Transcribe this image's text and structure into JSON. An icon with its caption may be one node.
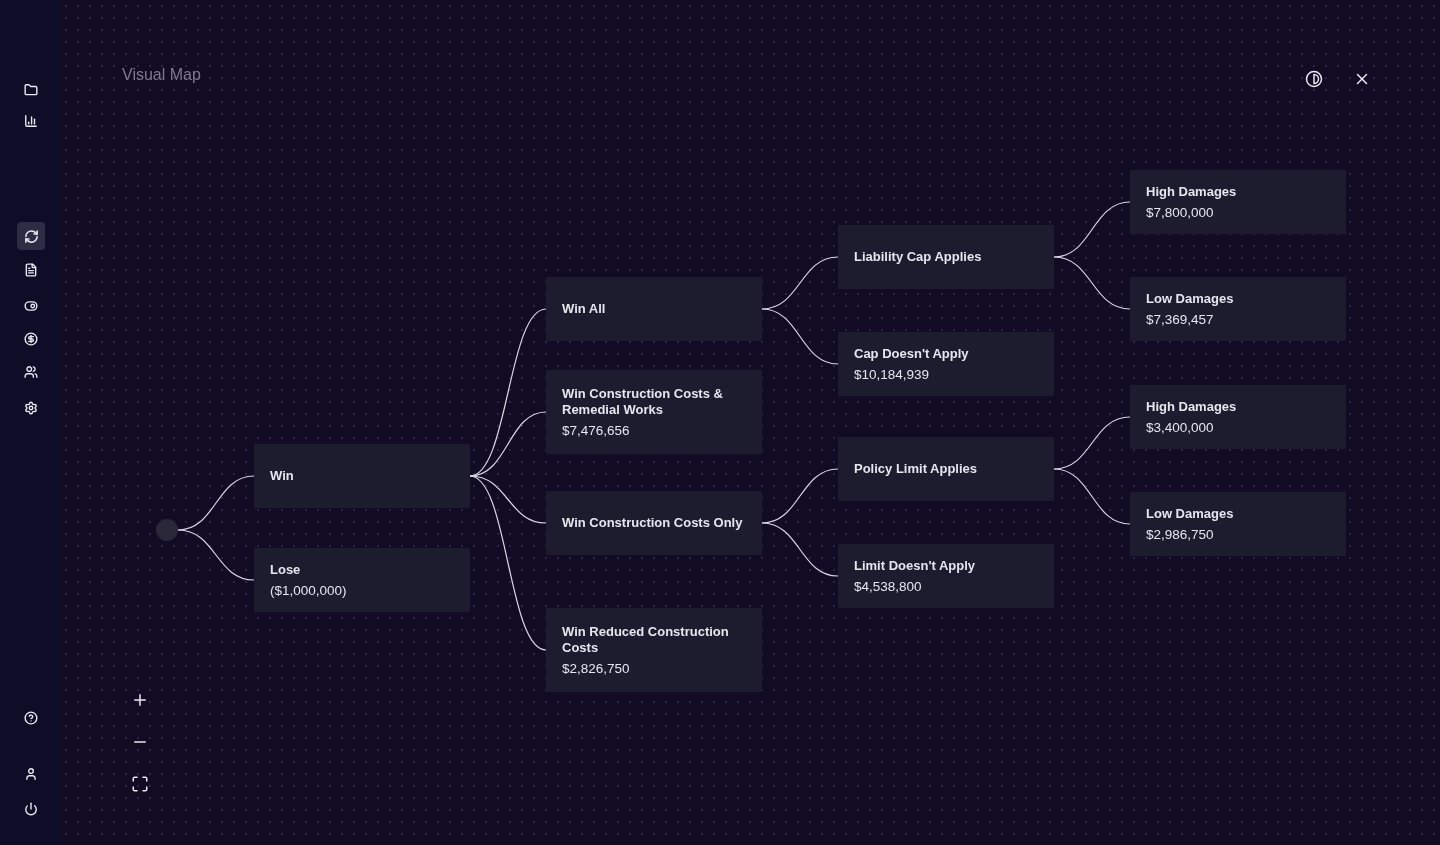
{
  "diagram": {
    "title": "Visual Map",
    "nodes": [
      {
        "text": [],
        "shape": "circle"
      },
      {
        "text": [
          "Win"
        ]
      },
      {
        "text": [
          "Lose",
          "($1,000,000)"
        ]
      },
      {
        "text": [
          "Win All"
        ]
      },
      {
        "text": [
          "Win Construction Costs & Remedial Works",
          "$7,476,656"
        ]
      },
      {
        "text": [
          "Win Construction Costs Only"
        ]
      },
      {
        "text": [
          "Win Reduced Construction Costs",
          "$2,826,750"
        ]
      },
      {
        "text": [
          "Liability Cap Applies"
        ]
      },
      {
        "text": [
          "Cap Doesn't Apply",
          "$10,184,939"
        ]
      },
      {
        "text": [
          "Policy Limit Applies"
        ]
      },
      {
        "text": [
          "Limit Doesn't Apply",
          "$4,538,800"
        ]
      },
      {
        "text": [
          "High Damages",
          "$7,800,000"
        ]
      },
      {
        "text": [
          "Low Damages",
          "$7,369,457"
        ]
      },
      {
        "text": [
          "High Damages",
          "$3,400,000"
        ]
      },
      {
        "text": [
          "Low Damages",
          "$2,986,750"
        ]
      }
    ],
    "edges": [
      {
        "from": 0,
        "to": 1,
        "arrow": "none"
      },
      {
        "from": 0,
        "to": 2,
        "arrow": "none"
      },
      {
        "from": 1,
        "to": 3,
        "arrow": "none"
      },
      {
        "from": 1,
        "to": 4,
        "arrow": "none"
      },
      {
        "from": 1,
        "to": 5,
        "arrow": "none"
      },
      {
        "from": 1,
        "to": 6,
        "arrow": "none"
      },
      {
        "from": 3,
        "to": 7,
        "arrow": "none"
      },
      {
        "from": 3,
        "to": 8,
        "arrow": "none"
      },
      {
        "from": 5,
        "to": 9,
        "arrow": "none"
      },
      {
        "from": 5,
        "to": 10,
        "arrow": "none"
      },
      {
        "from": 7,
        "to": 11,
        "arrow": "none"
      },
      {
        "from": 7,
        "to": 12,
        "arrow": "none"
      },
      {
        "from": 9,
        "to": 13,
        "arrow": "none"
      },
      {
        "from": 9,
        "to": 14,
        "arrow": "none"
      }
    ]
  }
}
